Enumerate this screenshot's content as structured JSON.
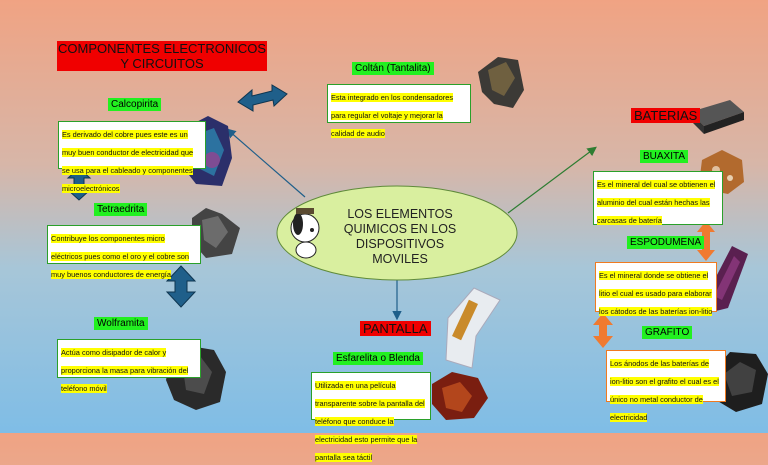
{
  "center": {
    "text": "LOS ELEMENTOS QUIMICOS EN LOS DISPOSITIVOS MOVILES"
  },
  "sections": {
    "electronics": {
      "title": "COMPONENTES ELECTRONICOS Y CIRCUITOS"
    },
    "batteries": {
      "title": "BATERIAS"
    },
    "screen": {
      "title": "PANTALLA"
    }
  },
  "minerals": {
    "coltan": {
      "name": "Coltán (Tantalita)",
      "desc": "Esta integrado en los condensadores para regular el voltaje y mejorar la calidad de audio"
    },
    "calcopirita": {
      "name": "Calcopirita",
      "desc": "Es derivado del cobre pues este es un muy buen conductor de electricidad que se usa para el cableado y componentes microelectrónicos"
    },
    "tetraedrita": {
      "name": "Tetraedrita",
      "desc": "Contribuye los componentes micro eléctricos pues como el oro y el cobre son muy buenos conductores de energía"
    },
    "wolframita": {
      "name": "Wolframita",
      "desc": "Actúa como disipador de calor y proporciona la masa para vibración del teléfono móvil"
    },
    "esfarelita": {
      "name": "Esfarelita o Blenda",
      "desc": "Utilizada en una película transparente sobre la pantalla del teléfono que conduce la electricidad esto permite que la pantalla sea táctil"
    },
    "buaxita": {
      "name": "BUAXITA",
      "desc": "Es el mineral del cual se obtienen el aluminio del cual están hechas las carcasas de batería"
    },
    "espodumena": {
      "name": "ESPODUMENA",
      "desc": "Es el mineral donde se obtiene el litio el cual es usado para elaborar los cátodos de las baterías ion-litio"
    },
    "grafito": {
      "name": "GRAFITO",
      "desc": "Los ánodos de las baterías de ion-litio son el grafito el cual es el único no metal conductor de electricidad"
    }
  },
  "colors": {
    "title_bg": "#f00000",
    "label_bg": "#22f020",
    "highlight": "#ffff00",
    "ellipse": "#d9ef9f",
    "blue_arrow": "#1f5f8a",
    "orange_arrow": "#f07a30"
  }
}
